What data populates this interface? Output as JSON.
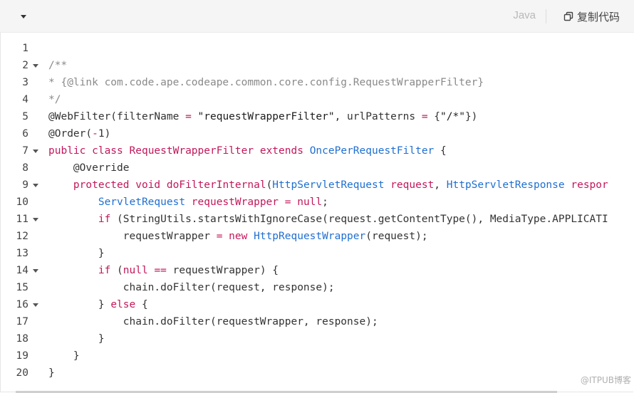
{
  "toolbar": {
    "language": "Java",
    "copy_label": "复制代码",
    "copy_icon": "copy-icon",
    "collapse_icon": "caret-down-icon"
  },
  "colors": {
    "keyword": "#c2185b",
    "type": "#1f6fd1",
    "comment": "#8a8a8a",
    "text": "#333333"
  },
  "code": {
    "lines": [
      {
        "no": "1",
        "fold": false,
        "tokens": []
      },
      {
        "no": "2",
        "fold": true,
        "tokens": [
          {
            "t": "cmt",
            "v": "/**"
          }
        ]
      },
      {
        "no": "3",
        "fold": false,
        "tokens": [
          {
            "t": "cmt",
            "v": "* {@link com.code.ape.codeape.common.core.config.RequestWrapperFilter}"
          }
        ]
      },
      {
        "no": "4",
        "fold": false,
        "tokens": [
          {
            "t": "cmt",
            "v": "*/"
          }
        ]
      },
      {
        "no": "5",
        "fold": false,
        "tokens": [
          {
            "t": "plain",
            "v": "@WebFilter(filterName "
          },
          {
            "t": "op",
            "v": "="
          },
          {
            "t": "plain",
            "v": " "
          },
          {
            "t": "str",
            "v": "\"requestWrapperFilter\""
          },
          {
            "t": "plain",
            "v": ", urlPatterns "
          },
          {
            "t": "op",
            "v": "="
          },
          {
            "t": "plain",
            "v": " {"
          },
          {
            "t": "str",
            "v": "\"/*\""
          },
          {
            "t": "plain",
            "v": "})"
          }
        ]
      },
      {
        "no": "6",
        "fold": false,
        "tokens": [
          {
            "t": "plain",
            "v": "@Order("
          },
          {
            "t": "op",
            "v": "-"
          },
          {
            "t": "plain",
            "v": "1)"
          }
        ]
      },
      {
        "no": "7",
        "fold": true,
        "tokens": [
          {
            "t": "kw",
            "v": "public class "
          },
          {
            "t": "kw",
            "v": "RequestWrapperFilter"
          },
          {
            "t": "plain",
            "v": " "
          },
          {
            "t": "kw",
            "v": "extends"
          },
          {
            "t": "plain",
            "v": " "
          },
          {
            "t": "cls",
            "v": "OncePerRequestFilter"
          },
          {
            "t": "plain",
            "v": " {"
          }
        ]
      },
      {
        "no": "8",
        "fold": false,
        "tokens": [
          {
            "t": "plain",
            "v": "    @Override"
          }
        ]
      },
      {
        "no": "9",
        "fold": true,
        "tokens": [
          {
            "t": "plain",
            "v": "    "
          },
          {
            "t": "kw",
            "v": "protected void "
          },
          {
            "t": "kw",
            "v": "doFilterInternal"
          },
          {
            "t": "plain",
            "v": "("
          },
          {
            "t": "cls",
            "v": "HttpServletRequest"
          },
          {
            "t": "plain",
            "v": " "
          },
          {
            "t": "kw",
            "v": "request"
          },
          {
            "t": "plain",
            "v": ", "
          },
          {
            "t": "cls",
            "v": "HttpServletResponse"
          },
          {
            "t": "plain",
            "v": " "
          },
          {
            "t": "kw",
            "v": "respor"
          }
        ]
      },
      {
        "no": "10",
        "fold": false,
        "tokens": [
          {
            "t": "plain",
            "v": "        "
          },
          {
            "t": "cls",
            "v": "ServletRequest"
          },
          {
            "t": "plain",
            "v": " "
          },
          {
            "t": "kw",
            "v": "requestWrapper"
          },
          {
            "t": "plain",
            "v": " "
          },
          {
            "t": "op",
            "v": "="
          },
          {
            "t": "plain",
            "v": " "
          },
          {
            "t": "kw",
            "v": "null"
          },
          {
            "t": "plain",
            "v": ";"
          }
        ]
      },
      {
        "no": "11",
        "fold": true,
        "tokens": [
          {
            "t": "plain",
            "v": "        "
          },
          {
            "t": "kw",
            "v": "if"
          },
          {
            "t": "plain",
            "v": " (StringUtils.startsWithIgnoreCase(request.getContentType(), MediaType.APPLICATI"
          }
        ]
      },
      {
        "no": "12",
        "fold": false,
        "tokens": [
          {
            "t": "plain",
            "v": "            requestWrapper "
          },
          {
            "t": "op",
            "v": "="
          },
          {
            "t": "plain",
            "v": " "
          },
          {
            "t": "kw",
            "v": "new"
          },
          {
            "t": "plain",
            "v": " "
          },
          {
            "t": "cls",
            "v": "HttpRequestWrapper"
          },
          {
            "t": "plain",
            "v": "(request);"
          }
        ]
      },
      {
        "no": "13",
        "fold": false,
        "tokens": [
          {
            "t": "plain",
            "v": "        }"
          }
        ]
      },
      {
        "no": "14",
        "fold": true,
        "tokens": [
          {
            "t": "plain",
            "v": "        "
          },
          {
            "t": "kw",
            "v": "if"
          },
          {
            "t": "plain",
            "v": " ("
          },
          {
            "t": "kw",
            "v": "null"
          },
          {
            "t": "plain",
            "v": " "
          },
          {
            "t": "op",
            "v": "=="
          },
          {
            "t": "plain",
            "v": " requestWrapper) {"
          }
        ]
      },
      {
        "no": "15",
        "fold": false,
        "tokens": [
          {
            "t": "plain",
            "v": "            chain.doFilter(request, response);"
          }
        ]
      },
      {
        "no": "16",
        "fold": true,
        "tokens": [
          {
            "t": "plain",
            "v": "        } "
          },
          {
            "t": "kw",
            "v": "else"
          },
          {
            "t": "plain",
            "v": " {"
          }
        ]
      },
      {
        "no": "17",
        "fold": false,
        "tokens": [
          {
            "t": "plain",
            "v": "            chain.doFilter(requestWrapper, response);"
          }
        ]
      },
      {
        "no": "18",
        "fold": false,
        "tokens": [
          {
            "t": "plain",
            "v": "        }"
          }
        ]
      },
      {
        "no": "19",
        "fold": false,
        "tokens": [
          {
            "t": "plain",
            "v": "    }"
          }
        ]
      },
      {
        "no": "20",
        "fold": false,
        "tokens": [
          {
            "t": "plain",
            "v": "}"
          }
        ]
      }
    ]
  },
  "watermark": "@ITPUB博客"
}
